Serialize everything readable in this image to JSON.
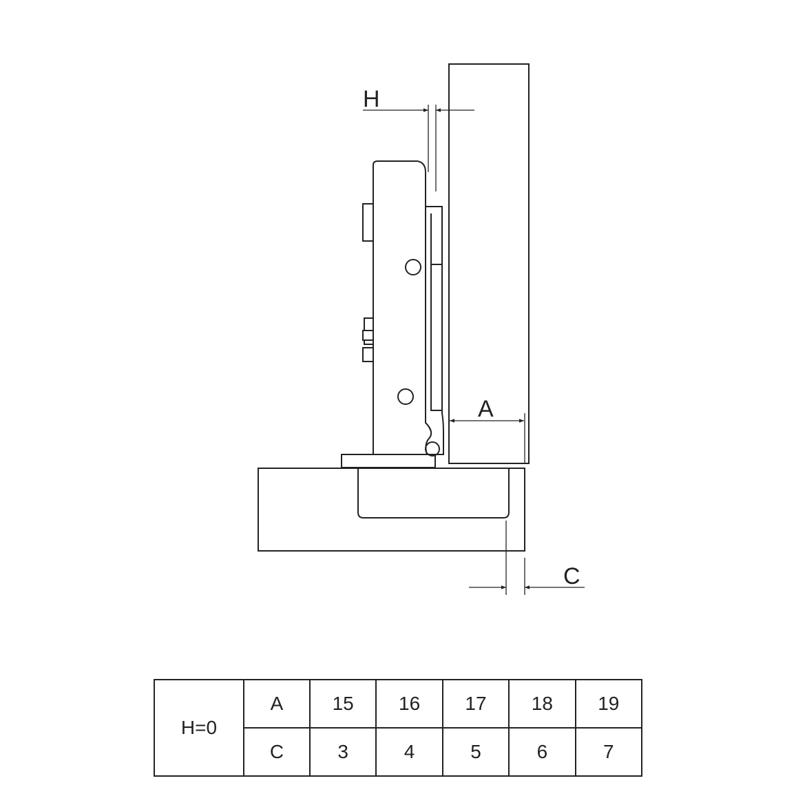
{
  "labels": {
    "h": "H",
    "a": "A",
    "c": "C"
  },
  "table": {
    "group": "H=0",
    "rows": [
      {
        "name": "A",
        "values": [
          "15",
          "16",
          "17",
          "18",
          "19"
        ]
      },
      {
        "name": "C",
        "values": [
          "3",
          "4",
          "5",
          "6",
          "7"
        ]
      }
    ]
  }
}
